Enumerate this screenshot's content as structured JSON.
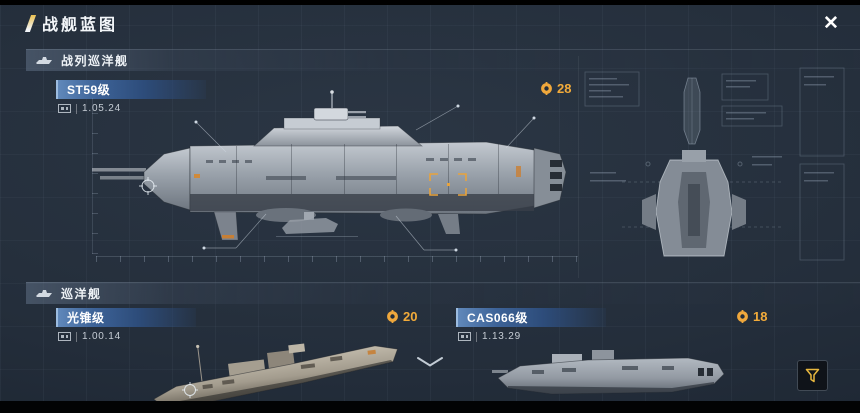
{
  "app": {
    "title": "战舰蓝图",
    "close_glyph": "✕"
  },
  "colors": {
    "background": "#232d3a",
    "accent_orange": "#f2ab3a",
    "card_header_blue": "#3d6398",
    "text_primary": "#f4f7fa"
  },
  "sections": {
    "battlecruiser": {
      "label": "战列巡洋舰",
      "ships": {
        "st59": {
          "name": "ST59级",
          "version": "1.05.24",
          "price": "28"
        }
      }
    },
    "cruiser": {
      "label": "巡洋舰",
      "ships": {
        "lightcone": {
          "name": "光锥级",
          "version": "1.00.14",
          "price": "20"
        },
        "cas066": {
          "name": "CAS066级",
          "version": "1.13.29",
          "price": "18"
        }
      }
    }
  }
}
